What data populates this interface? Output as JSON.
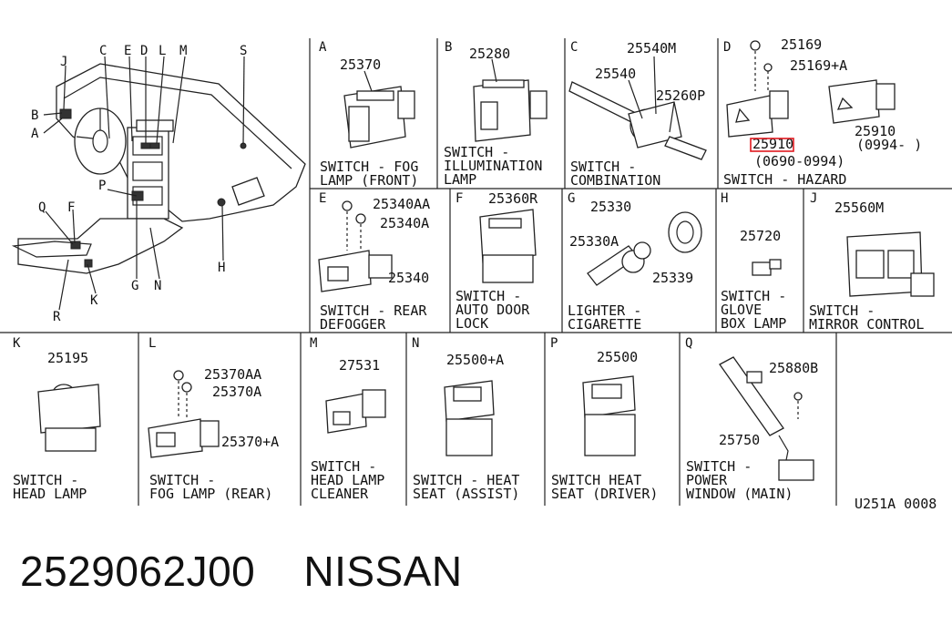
{
  "overview": {
    "callouts": [
      "J",
      "C",
      "E",
      "D",
      "L",
      "M",
      "S",
      "B",
      "A",
      "P",
      "F",
      "Q",
      "K",
      "G",
      "N",
      "H",
      "R"
    ]
  },
  "panels": [
    {
      "letter": "A",
      "parts": [
        "25370"
      ],
      "caption": [
        "SWITCH - FOG",
        "LAMP (FRONT)"
      ]
    },
    {
      "letter": "B",
      "parts": [
        "25280"
      ],
      "caption": [
        "SWITCH -",
        "ILLUMINATION",
        "LAMP"
      ]
    },
    {
      "letter": "C",
      "parts": [
        "25540M",
        "25540",
        "25260P"
      ],
      "caption": [
        "SWITCH -",
        "COMBINATION"
      ]
    },
    {
      "letter": "D",
      "parts": [
        "25169",
        "25169+A",
        "25910",
        "25910",
        "(0994-     )",
        "(0690-0994)"
      ],
      "caption": [
        "SWITCH - HAZARD"
      ]
    },
    {
      "letter": "E",
      "parts": [
        "25340AA",
        "25340A",
        "25340"
      ],
      "caption": [
        "SWITCH - REAR",
        "DEFOGGER"
      ]
    },
    {
      "letter": "F",
      "parts": [
        "25360R"
      ],
      "caption": [
        "SWITCH -",
        "AUTO DOOR",
        "LOCK"
      ]
    },
    {
      "letter": "G",
      "parts": [
        "25330",
        "25330A",
        "25339"
      ],
      "caption": [
        "LIGHTER -",
        "CIGARETTE"
      ]
    },
    {
      "letter": "H",
      "parts": [
        "25720"
      ],
      "caption": [
        "SWITCH -",
        "GLOVE",
        "BOX LAMP"
      ]
    },
    {
      "letter": "J",
      "parts": [
        "25560M"
      ],
      "caption": [
        "SWITCH -",
        "MIRROR CONTROL"
      ]
    },
    {
      "letter": "K",
      "parts": [
        "25195"
      ],
      "caption": [
        "SWITCH -",
        "HEAD LAMP"
      ]
    },
    {
      "letter": "L",
      "parts": [
        "25370AA",
        "25370A",
        "25370+A"
      ],
      "caption": [
        "SWITCH -",
        "FOG LAMP (REAR)"
      ]
    },
    {
      "letter": "M",
      "parts": [
        "27531"
      ],
      "caption": [
        "SWITCH -",
        "HEAD LAMP",
        "CLEANER"
      ]
    },
    {
      "letter": "N",
      "parts": [
        "25500+A"
      ],
      "caption": [
        "SWITCH - HEAT",
        "SEAT (ASSIST)"
      ]
    },
    {
      "letter": "P",
      "parts": [
        "25500"
      ],
      "caption": [
        "SWITCH HEAT",
        "SEAT (DRIVER)"
      ]
    },
    {
      "letter": "Q",
      "parts": [
        "25880B",
        "25750"
      ],
      "caption": [
        "SWITCH -",
        "POWER",
        "WINDOW (MAIN)"
      ]
    }
  ],
  "diagram_code": "U251A 0008",
  "highlight_color": "#e0191f",
  "bottom_caption": {
    "part_number": "2529062J00",
    "brand": "NISSAN"
  }
}
